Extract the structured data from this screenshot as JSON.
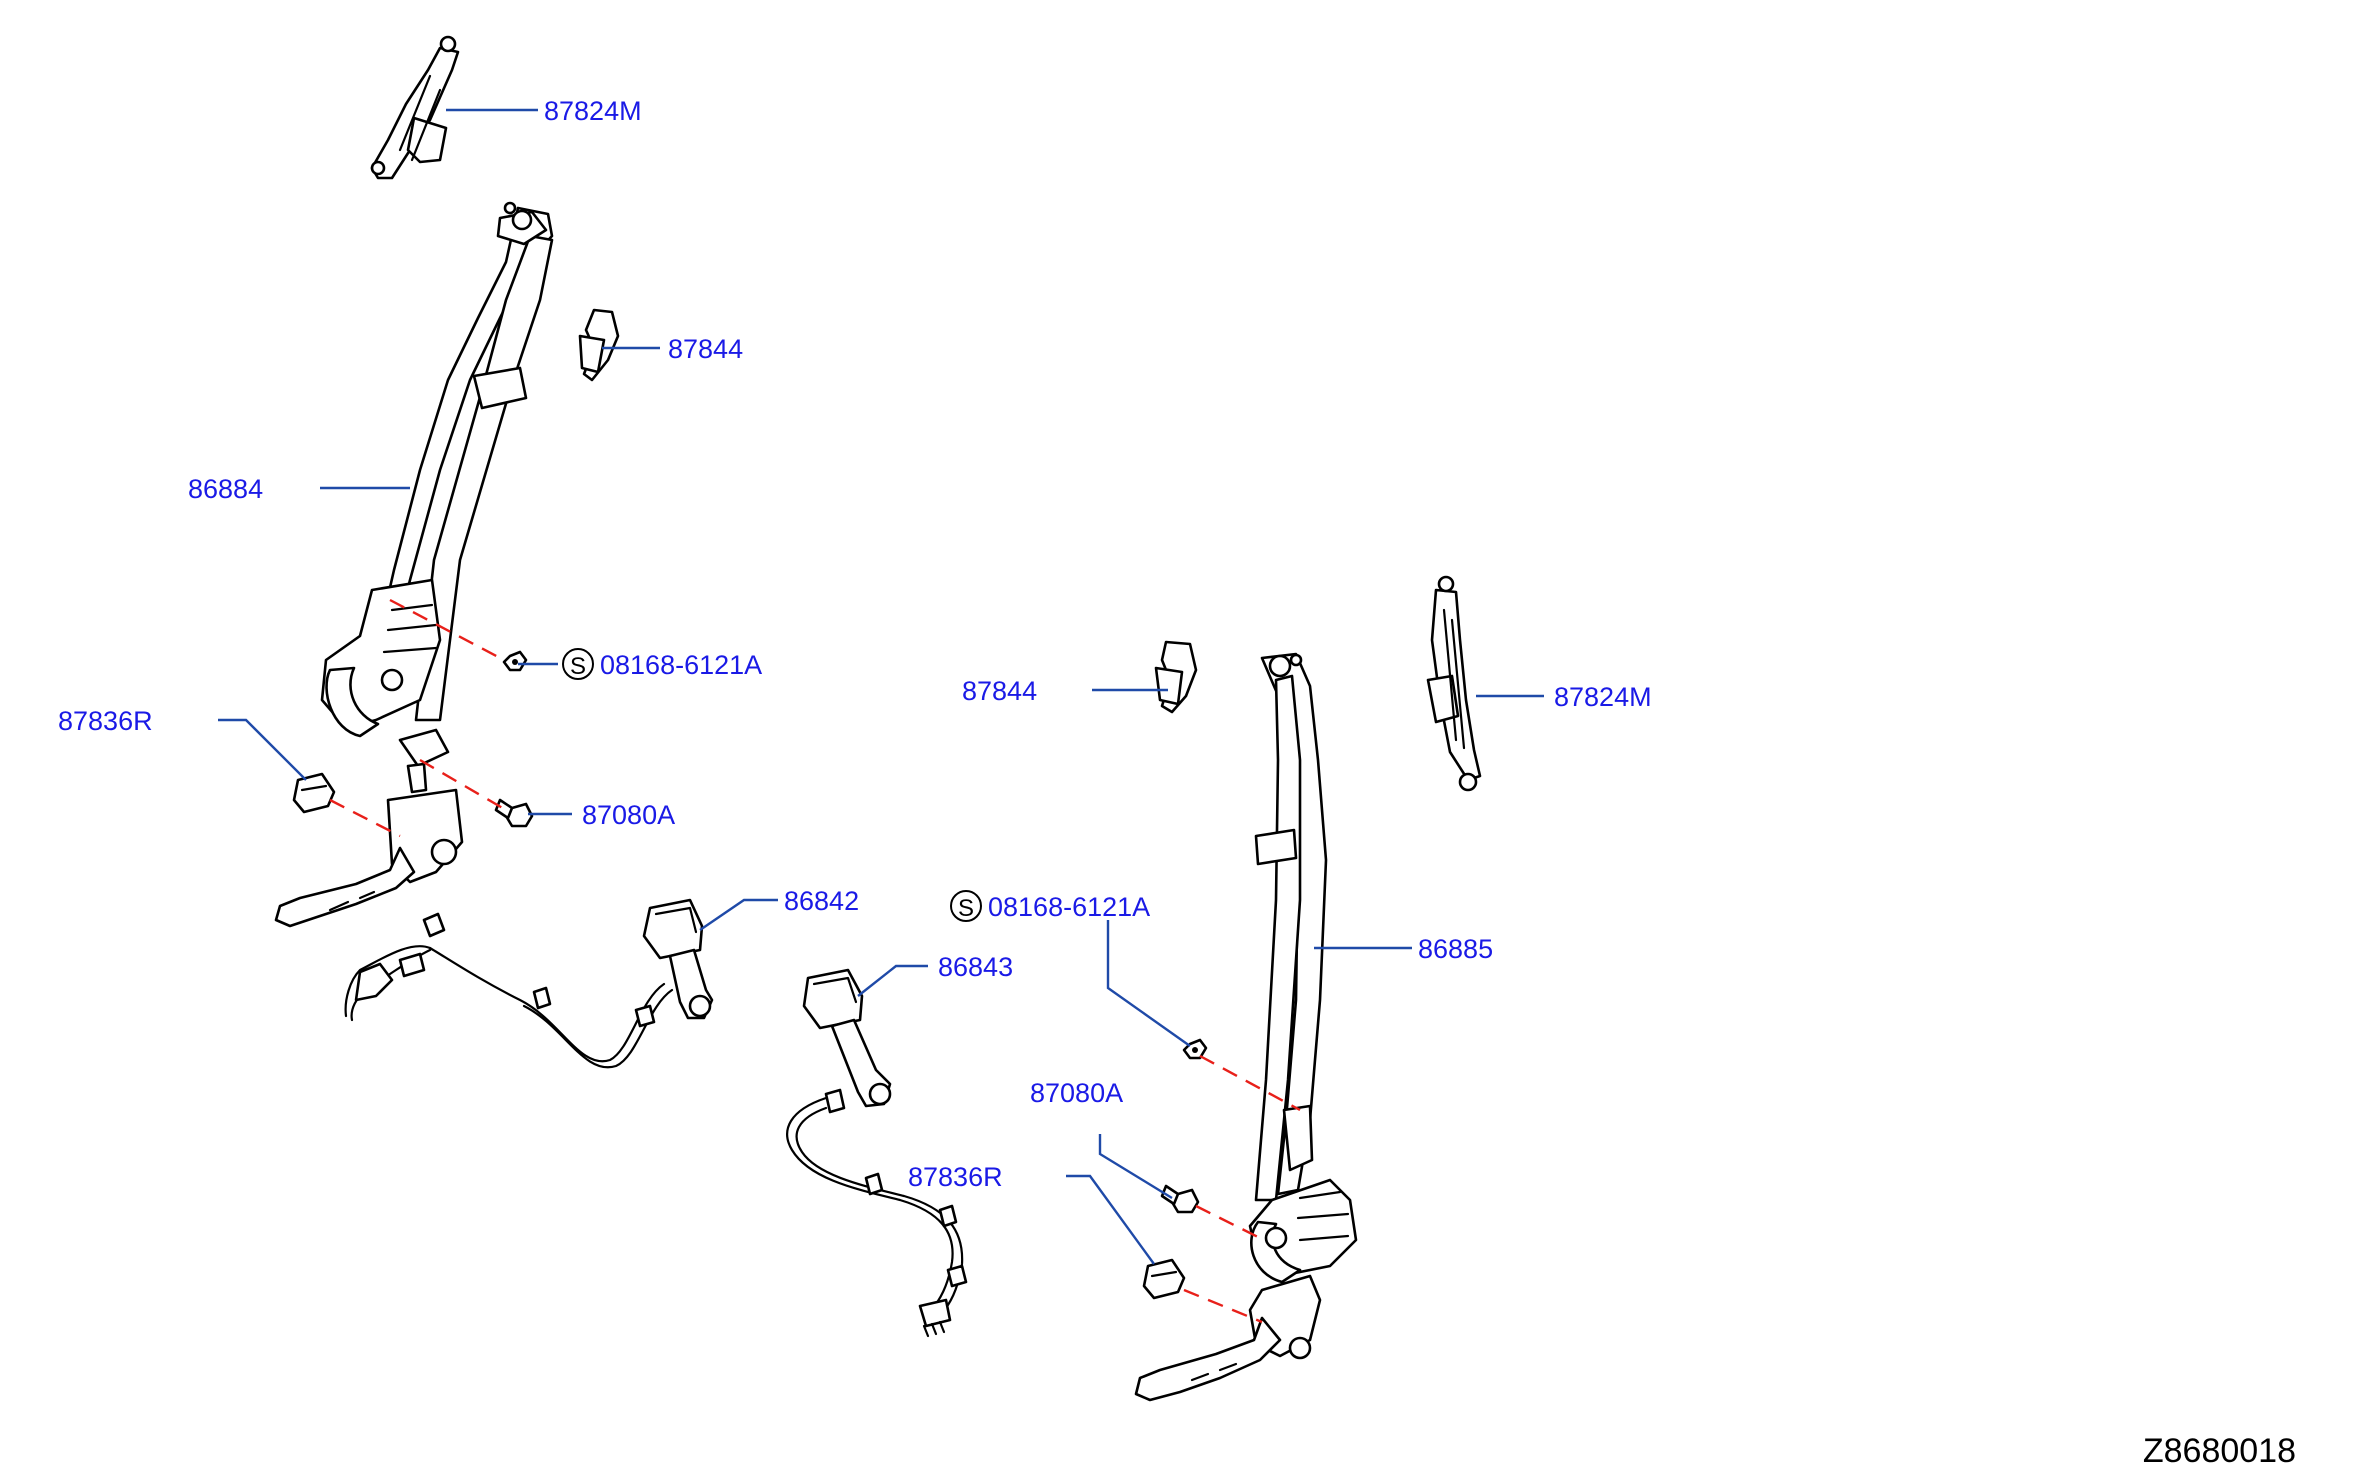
{
  "diagram_code": "Z8680018",
  "standard_part_symbol": "S",
  "labels": {
    "retractor_outer_top": "87824M",
    "clip_left": "87844",
    "belt_front_rh": "86884",
    "bolt_std_left": "08168-6121A",
    "cover_left": "87836R",
    "bolt_left": "87080A",
    "buckle_left": "86842",
    "buckle_right": "86843",
    "clip_right": "87844",
    "retractor_outer_right": "87824M",
    "bolt_std_right": "08168-6121A",
    "belt_front_lh": "86885",
    "bolt_right": "87080A",
    "cover_right": "87836R"
  },
  "colors": {
    "label_text": "#1a1ae6",
    "leader_line": "#1f4aa8",
    "dashed_guide": "#e8201a",
    "outline": "#000000"
  }
}
